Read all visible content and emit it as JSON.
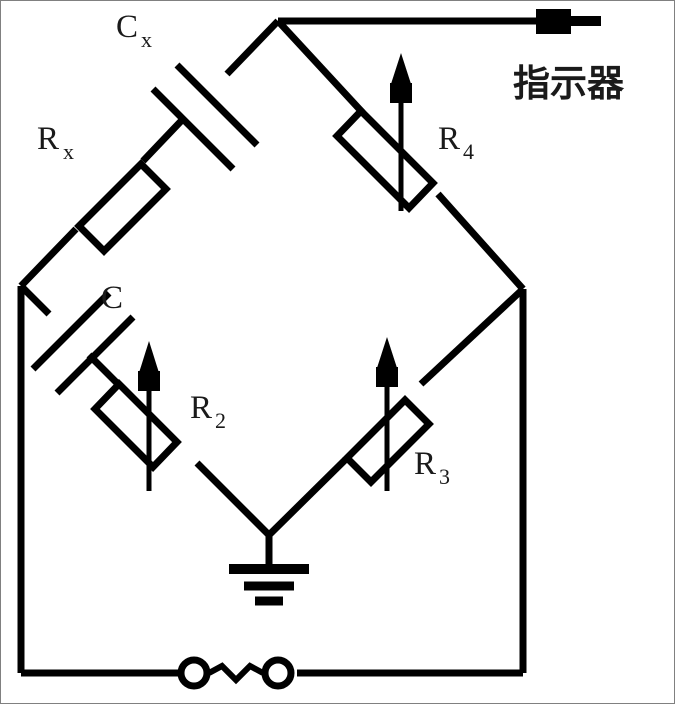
{
  "diagram": {
    "title": "AC capacitance measuring bridge circuit",
    "type": "schematic",
    "background_color": "#ffffff",
    "line_color": "#000000",
    "border_color": "#808080"
  },
  "labels": {
    "cx": {
      "main": "C",
      "sub": "x"
    },
    "rx": {
      "main": "R",
      "sub": "x"
    },
    "c": {
      "main": "C",
      "sub": ""
    },
    "r2": {
      "main": "R",
      "sub": "2"
    },
    "r3": {
      "main": "R",
      "sub": "3"
    },
    "r4": {
      "main": "R",
      "sub": "4"
    },
    "indicator": "指示器"
  },
  "components": [
    {
      "id": "cx",
      "kind": "capacitor",
      "label": "Cx",
      "branch": "top-left",
      "variable": false
    },
    {
      "id": "rx",
      "kind": "resistor",
      "label": "Rx",
      "branch": "top-left",
      "variable": false
    },
    {
      "id": "c",
      "kind": "capacitor",
      "label": "C",
      "branch": "bottom-left",
      "variable": false
    },
    {
      "id": "r2",
      "kind": "resistor",
      "label": "R2",
      "branch": "bottom-left",
      "variable": true
    },
    {
      "id": "r3",
      "kind": "resistor",
      "label": "R3",
      "branch": "bottom-right",
      "variable": true
    },
    {
      "id": "r4",
      "kind": "resistor",
      "label": "R4",
      "branch": "top-right",
      "variable": true
    },
    {
      "id": "ground",
      "kind": "ground",
      "label": "",
      "branch": "bottom-vertex",
      "variable": false
    },
    {
      "id": "source",
      "kind": "ac-source-terminals",
      "label": "",
      "branch": "bottom-rail",
      "variable": false
    },
    {
      "id": "output",
      "kind": "output-arrow",
      "label": "指示器",
      "branch": "top-vertex",
      "variable": false
    }
  ]
}
